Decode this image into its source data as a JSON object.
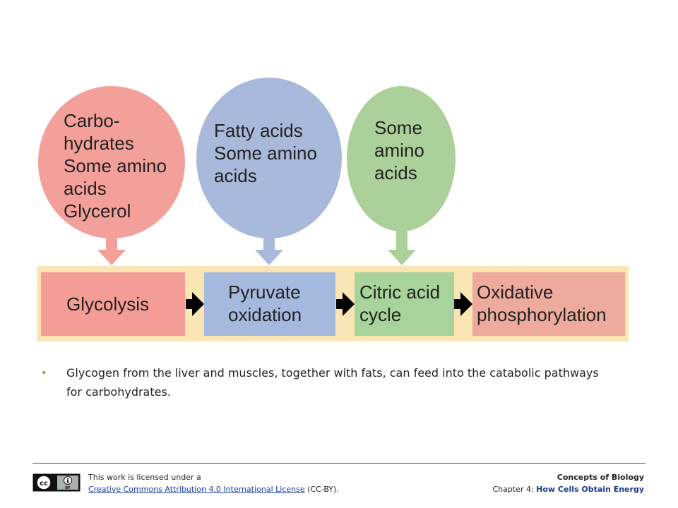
{
  "diagram": {
    "sources": [
      {
        "lines": [
          "Carbo-",
          "hydrates",
          "Some amino",
          "acids",
          "Glycerol"
        ],
        "color": "#f4a09a"
      },
      {
        "lines": [
          "Fatty acids",
          "Some amino",
          "acids"
        ],
        "color": "#a9b9dc"
      },
      {
        "lines": [
          "Some",
          "amino",
          "acids"
        ],
        "color": "#acd09a"
      }
    ],
    "pathway_background": "#fae6b4",
    "stages": [
      {
        "lines": [
          "Glycolysis"
        ],
        "color": "#f49c96"
      },
      {
        "lines": [
          "Pyruvate",
          "oxidation"
        ],
        "color": "#a5b8de"
      },
      {
        "lines": [
          "Citric acid",
          "cycle"
        ],
        "color": "#a8d39a"
      },
      {
        "lines": [
          "Oxidative",
          "phosphorylation"
        ],
        "color": "#eeaa9c"
      }
    ]
  },
  "bullet": {
    "text": "Glycogen from the liver and muscles, together with fats, can feed into the catabolic pathways for carbohydrates."
  },
  "footer": {
    "license_prefix": "This work is licensed under a",
    "license_link": "Creative Commons Attribution 4.0 International License",
    "license_suffix": " (CC-BY).",
    "course": "Concepts of Biology",
    "chapter_label": "Chapter 4: ",
    "chapter_title": "How Cells Obtain Energy",
    "badge": {
      "cc": "cc",
      "by": "BY"
    }
  }
}
